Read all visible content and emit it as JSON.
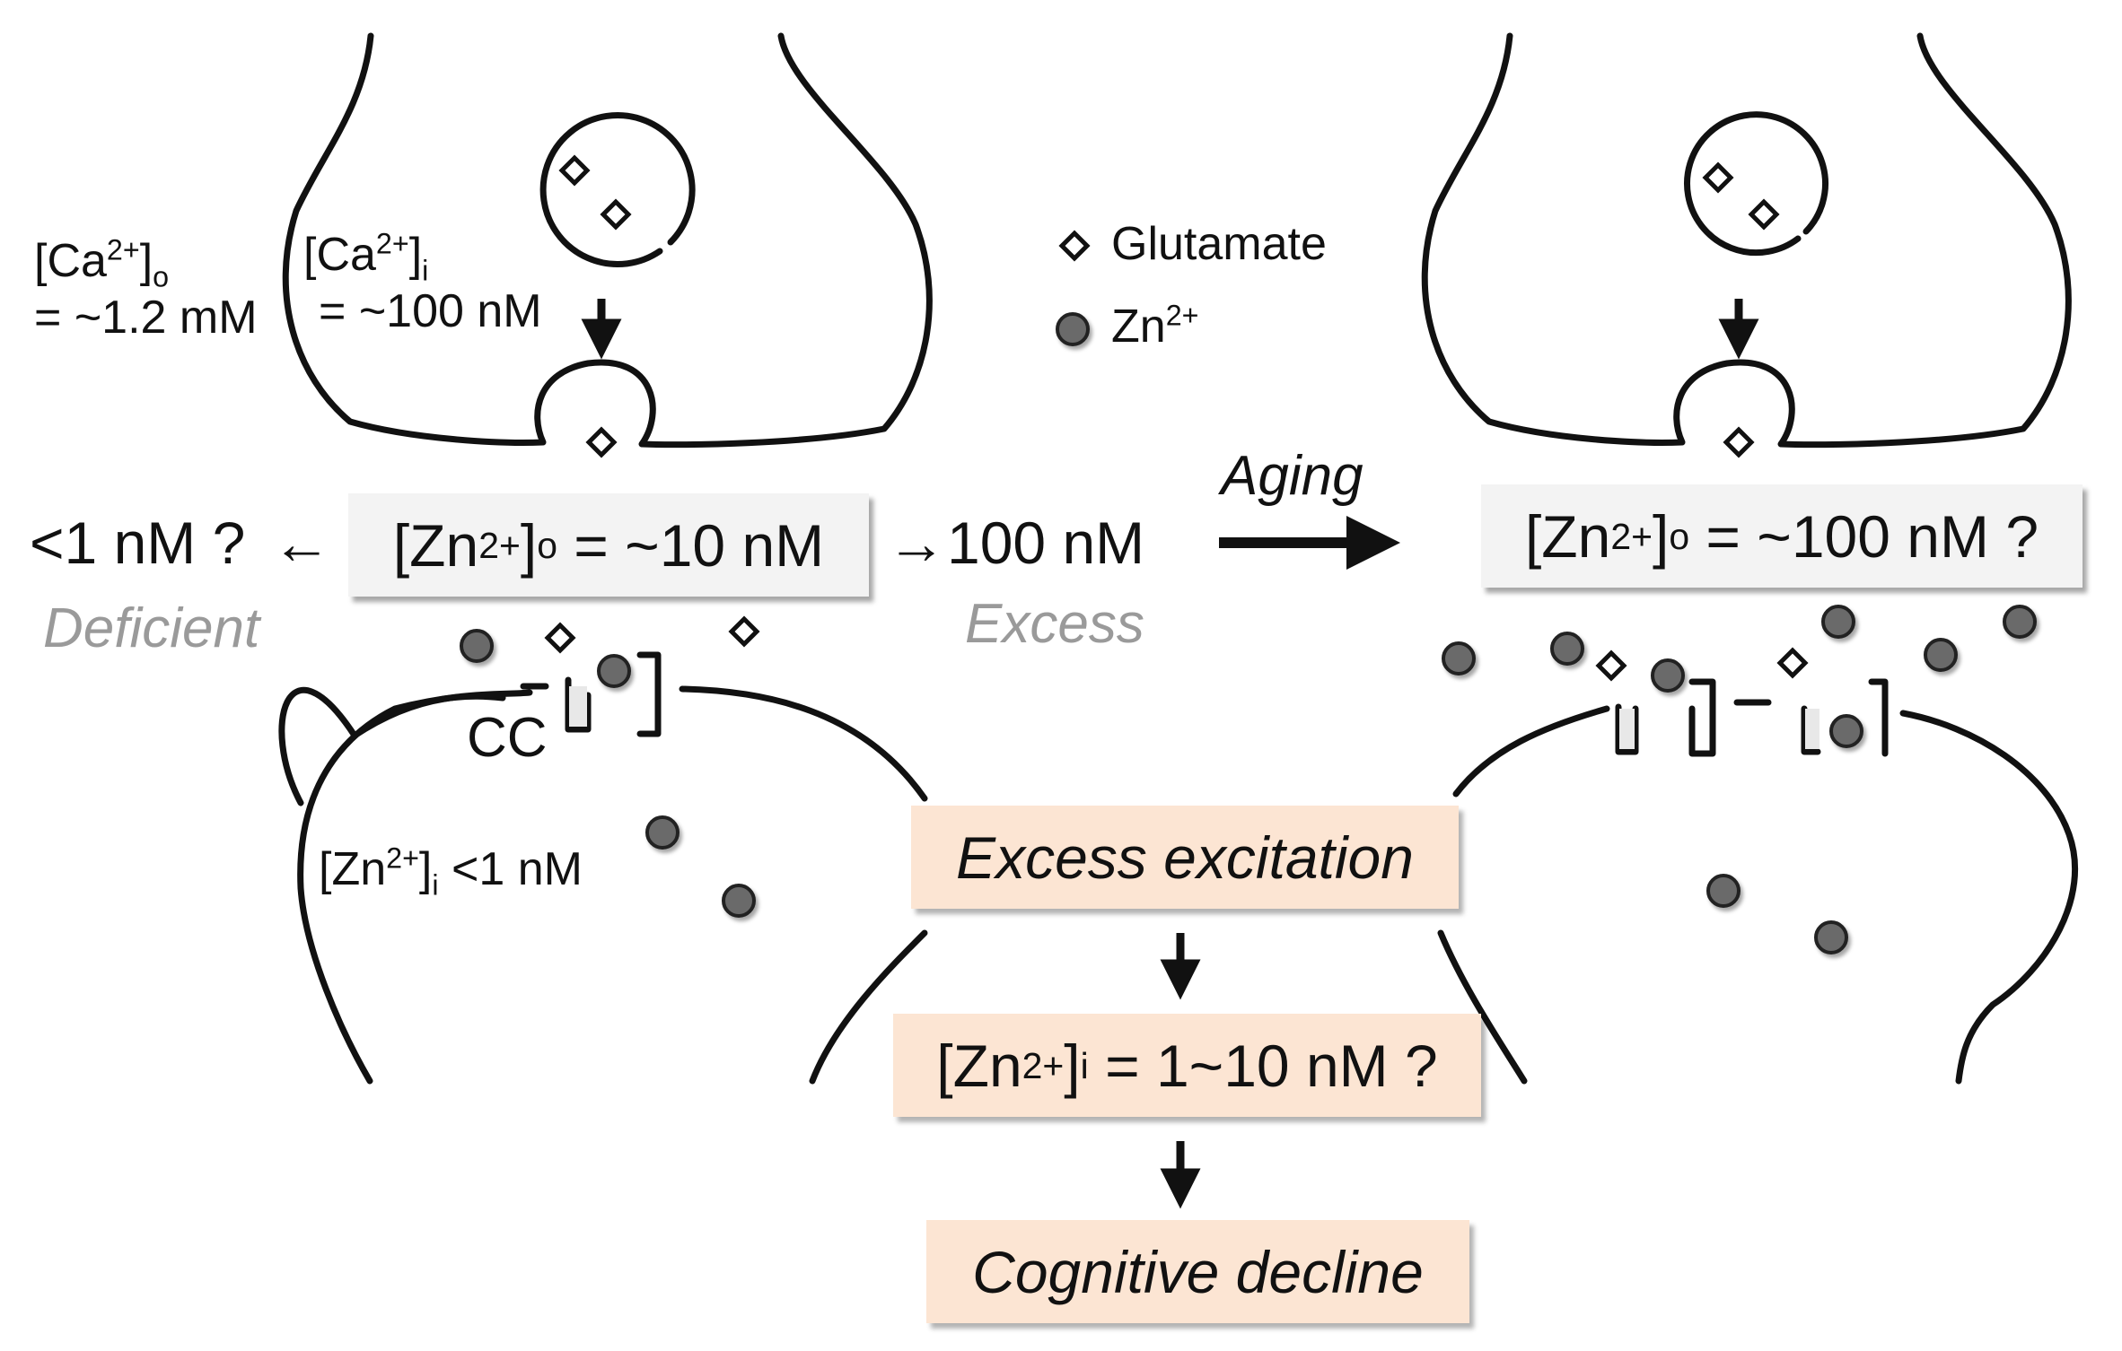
{
  "legend": {
    "glutamate": "Glutamate",
    "zinc": "Zn",
    "zinc_charge": "2+"
  },
  "left_panel": {
    "ca_o": {
      "base": "[Ca",
      "sup": "2+",
      "close": "]",
      "sub": "o",
      "value": "= ~1.2 mM"
    },
    "ca_i": {
      "base": "[Ca",
      "sup": "2+",
      "close": "]",
      "sub": "i",
      "value": "= ~100 nM"
    },
    "zn_o_box": {
      "base": "[Zn",
      "sup": "2+",
      "close": "]",
      "sub": "o",
      "value": "= ~10 nM"
    },
    "deficient_value": "<1 nM ?",
    "deficient_arrow": "←",
    "deficient_label": "Deficient",
    "excess_arrow": "→",
    "excess_value": "100 nM",
    "excess_label": "Excess",
    "channel_label": "CC",
    "zn_i": {
      "base": "[Zn",
      "sup": "2+",
      "close": "]",
      "sub": "i",
      "value": "<1 nM"
    }
  },
  "aging_label": "Aging",
  "right_panel": {
    "zn_o_box": {
      "base": "[Zn",
      "sup": "2+",
      "close": "]",
      "sub": "o",
      "value": "= ~100 nM ?"
    }
  },
  "flow": {
    "step1": "Excess excitation",
    "step2": {
      "base": "[Zn",
      "sup": "2+",
      "close": "]",
      "sub": "i",
      "value": "= 1~10 nM ?"
    },
    "step3": "Cognitive decline"
  },
  "colors": {
    "zinc_fill": "#6b6b6b",
    "grey_box": "#f3f3f3",
    "peach_box": "#fce5d3",
    "muted_text": "#9a9a9a"
  }
}
